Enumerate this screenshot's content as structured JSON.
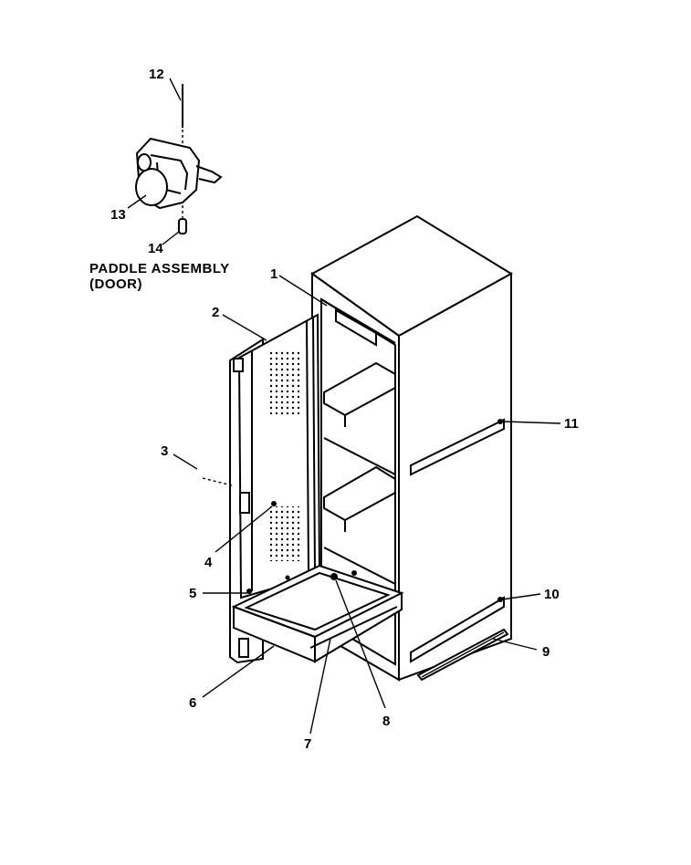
{
  "caption": {
    "line1": "PADDLE ASSEMBLY",
    "line2": "(DOOR)"
  },
  "callouts": [
    {
      "id": "12",
      "label": "12"
    },
    {
      "id": "13",
      "label": "13"
    },
    {
      "id": "14",
      "label": "14"
    },
    {
      "id": "1",
      "label": "1"
    },
    {
      "id": "2",
      "label": "2"
    },
    {
      "id": "3",
      "label": "3"
    },
    {
      "id": "4",
      "label": "4"
    },
    {
      "id": "5",
      "label": "5"
    },
    {
      "id": "6",
      "label": "6"
    },
    {
      "id": "7",
      "label": "7"
    },
    {
      "id": "8",
      "label": "8"
    },
    {
      "id": "9",
      "label": "9"
    },
    {
      "id": "10",
      "label": "10"
    },
    {
      "id": "11",
      "label": "11"
    }
  ],
  "colors": {
    "ink": "#000000",
    "paper": "#ffffff"
  }
}
